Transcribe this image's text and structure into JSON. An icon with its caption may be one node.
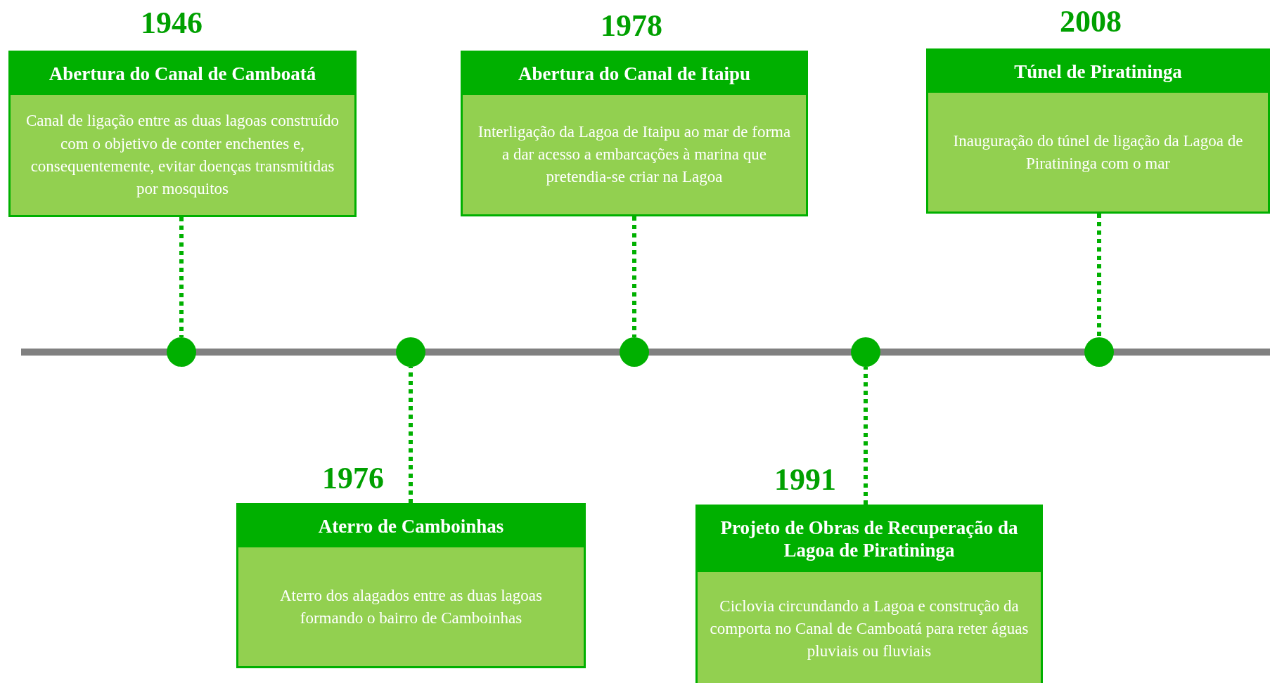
{
  "diagram": {
    "nodes": [
      {
        "text": [
          "Abertura do Canal de Camboatá",
          "Canal de ligação entre as duas lagoas construído com o objetivo de conter enchentes e, consequentemente, evitar doenças transmitidas por mosquitos"
        ],
        "beside": [
          "1946"
        ]
      },
      {
        "text": [
          "Abertura do Canal de Itaipu",
          "Interligação da Lagoa de Itaipu ao mar de forma a dar acesso a embarcações à marina que pretendia-se criar na Lagoa"
        ],
        "beside": [
          "1978"
        ]
      },
      {
        "text": [
          "Túnel de Piratininga",
          "Inauguração do túnel de ligação da Lagoa de Piratininga com o mar"
        ],
        "beside": [
          "2008"
        ]
      },
      {
        "text": [],
        "shape": "circle"
      },
      {
        "text": [],
        "shape": "circle"
      },
      {
        "text": [],
        "shape": "circle"
      },
      {
        "text": [],
        "shape": "circle"
      },
      {
        "text": [],
        "shape": "circle"
      },
      {
        "text": [
          "Aterro de Camboinhas",
          "Aterro dos alagados entre as duas lagoas formando o bairro de Camboinhas"
        ],
        "beside": [
          "1976"
        ]
      },
      {
        "text": [
          "Projeto de Obras de Recuperação da Lagoa de Piratininga",
          "Ciclovia circundando a Lagoa e construção da comporta no Canal de Camboatá para reter águas pluviais ou fluviais"
        ],
        "beside": [
          "1991"
        ]
      }
    ],
    "edges": [
      {
        "from": 0,
        "to": 3,
        "arrow": "none"
      },
      {
        "from": 8,
        "to": 4,
        "arrow": "none"
      },
      {
        "from": 1,
        "to": 5,
        "arrow": "none"
      },
      {
        "from": 9,
        "to": 6,
        "arrow": "none"
      },
      {
        "from": 2,
        "to": 7,
        "arrow": "none"
      }
    ]
  }
}
